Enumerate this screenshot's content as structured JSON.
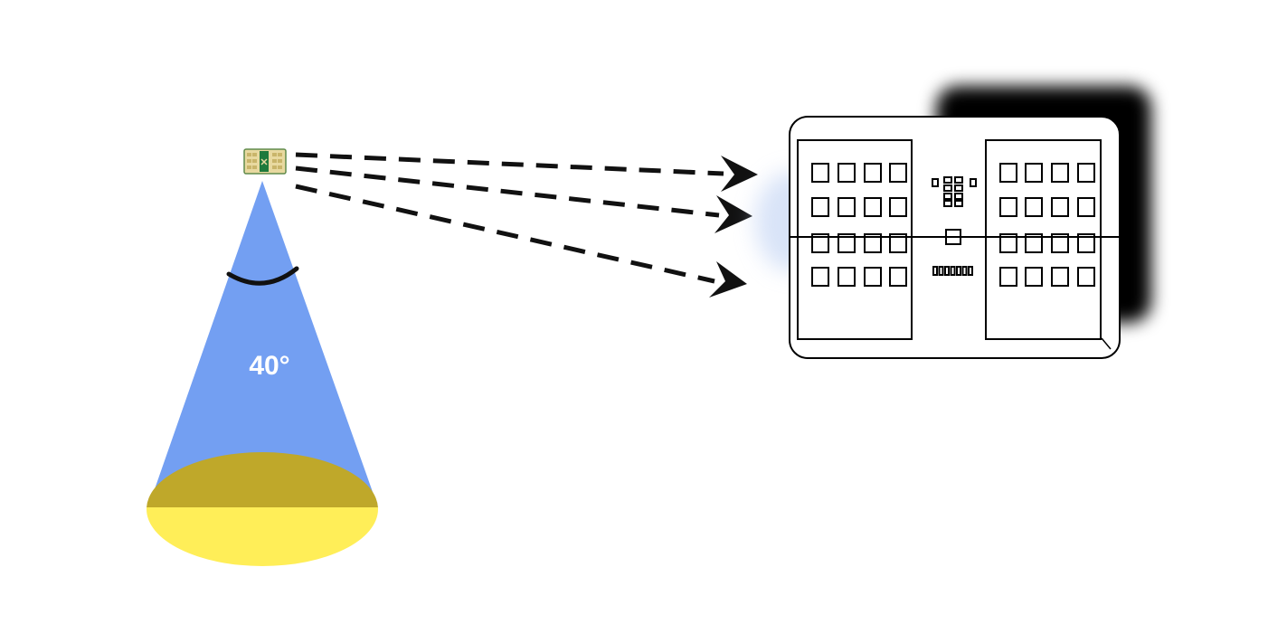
{
  "beam": {
    "angle_label": "40°",
    "colors": {
      "cone": "#739ff2",
      "ground_light": "#ffee58",
      "ground_shadow": "#bfa82a",
      "arc": "#111111"
    }
  },
  "sensor": {
    "icon": "sensor-chip-icon",
    "colors": {
      "body": "#e8d9a0",
      "center": "#1e7a3c",
      "border": "#5f8a4a"
    }
  },
  "signal_arrows": {
    "count": 3,
    "style": "dashed",
    "color": "#111111"
  },
  "building": {
    "icon": "building-outline-icon",
    "colors": {
      "outline": "#000000",
      "fill": "#ffffff",
      "shadow": "#000000"
    }
  }
}
